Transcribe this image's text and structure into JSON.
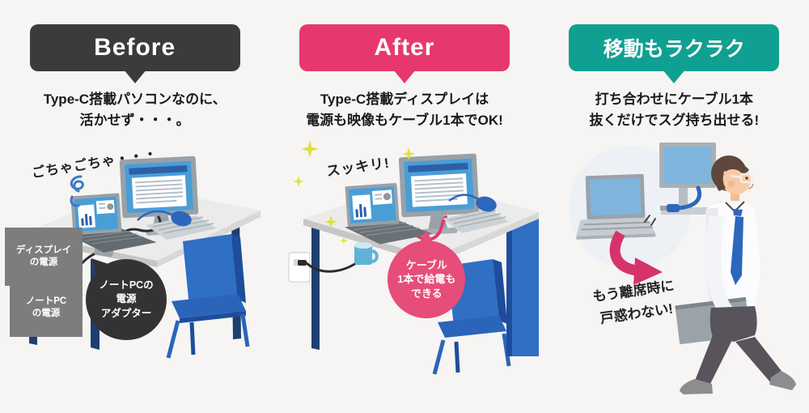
{
  "colors": {
    "background": "#f6f5f3",
    "before_badge": "#3b3b3b",
    "after_badge": "#e6386f",
    "mobility_badge": "#10a092",
    "accent_blue": "#2d66bd",
    "desk_leg_navy": "#1e3f70",
    "chair_blue": "#2f6fc4",
    "sparkle_yellow": "#dde23c",
    "arrow_pink": "#d6336b"
  },
  "panels": [
    {
      "id": "before",
      "badge": {
        "label": "Before",
        "color": "#3b3b3b"
      },
      "caption": "Type-C搭載パソコンなのに、\n活かせず・・・。",
      "annotations": {
        "messy": "ごちゃごちゃ・・・",
        "display_power_tag": "ディスプレイ\nの電源",
        "laptop_power_tag": "ノートPC\nの電源",
        "adapter_bubble": "ノートPCの\n電源\nアダプター"
      }
    },
    {
      "id": "after",
      "badge": {
        "label": "After",
        "color": "#e6386f"
      },
      "caption": "Type-C搭載ディスプレイは\n電源も映像もケーブル1本でOK!",
      "annotations": {
        "tidy": "スッキリ!",
        "cable_bubble": "ケーブル\n1本で給電も\nできる"
      }
    },
    {
      "id": "mobility",
      "badge": {
        "label": "移動もラクラク",
        "color": "#10a092"
      },
      "caption": "打ち合わせにケーブル1本\n抜くだけでスグ持ち出せる!",
      "annotations": {
        "no_hesitation": "もう離席時に\n戸惑わない!"
      }
    }
  ]
}
